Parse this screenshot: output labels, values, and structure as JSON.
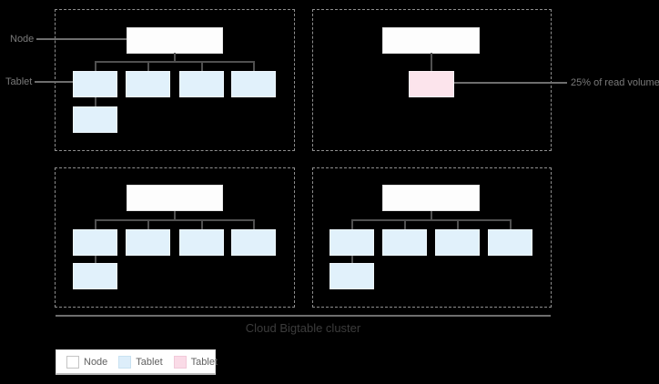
{
  "annotations": {
    "node": "Node",
    "tablet": "Tablet",
    "read_volume": "25% of read volume"
  },
  "cluster": {
    "title": "Cloud Bigtable cluster"
  },
  "legend": {
    "items": [
      {
        "label": "Node",
        "color": "#ffffff"
      },
      {
        "label": "Tablet",
        "color": "#e1f1fb"
      },
      {
        "label": "Tablet",
        "color": "#fce4ec"
      }
    ]
  },
  "colors": {
    "background": "#000000",
    "node_fill": "#fdfdfd",
    "tablet_blue": "#e1f1fb",
    "tablet_pink": "#fce4ec",
    "tree_line": "#505050",
    "leader_line": "#6e6e6e",
    "dashed_border": "#8f8f8f",
    "label_text": "#7a7a7a",
    "title_text": "#3c3c3c"
  },
  "diagram": {
    "groups": [
      {
        "name": "node-group-1",
        "node": "Node",
        "tablets": [
          "blue",
          "blue",
          "blue",
          "blue"
        ],
        "sub_tablets": [
          "blue"
        ]
      },
      {
        "name": "node-group-2",
        "node": "Node",
        "tablets": [
          "pink"
        ],
        "sub_tablets": [],
        "annotation": "25% of read volume"
      },
      {
        "name": "node-group-3",
        "node": "Node",
        "tablets": [
          "blue",
          "blue",
          "blue",
          "blue"
        ],
        "sub_tablets": [
          "blue"
        ]
      },
      {
        "name": "node-group-4",
        "node": "Node",
        "tablets": [
          "blue",
          "blue",
          "blue",
          "blue"
        ],
        "sub_tablets": [
          "blue"
        ]
      }
    ]
  }
}
